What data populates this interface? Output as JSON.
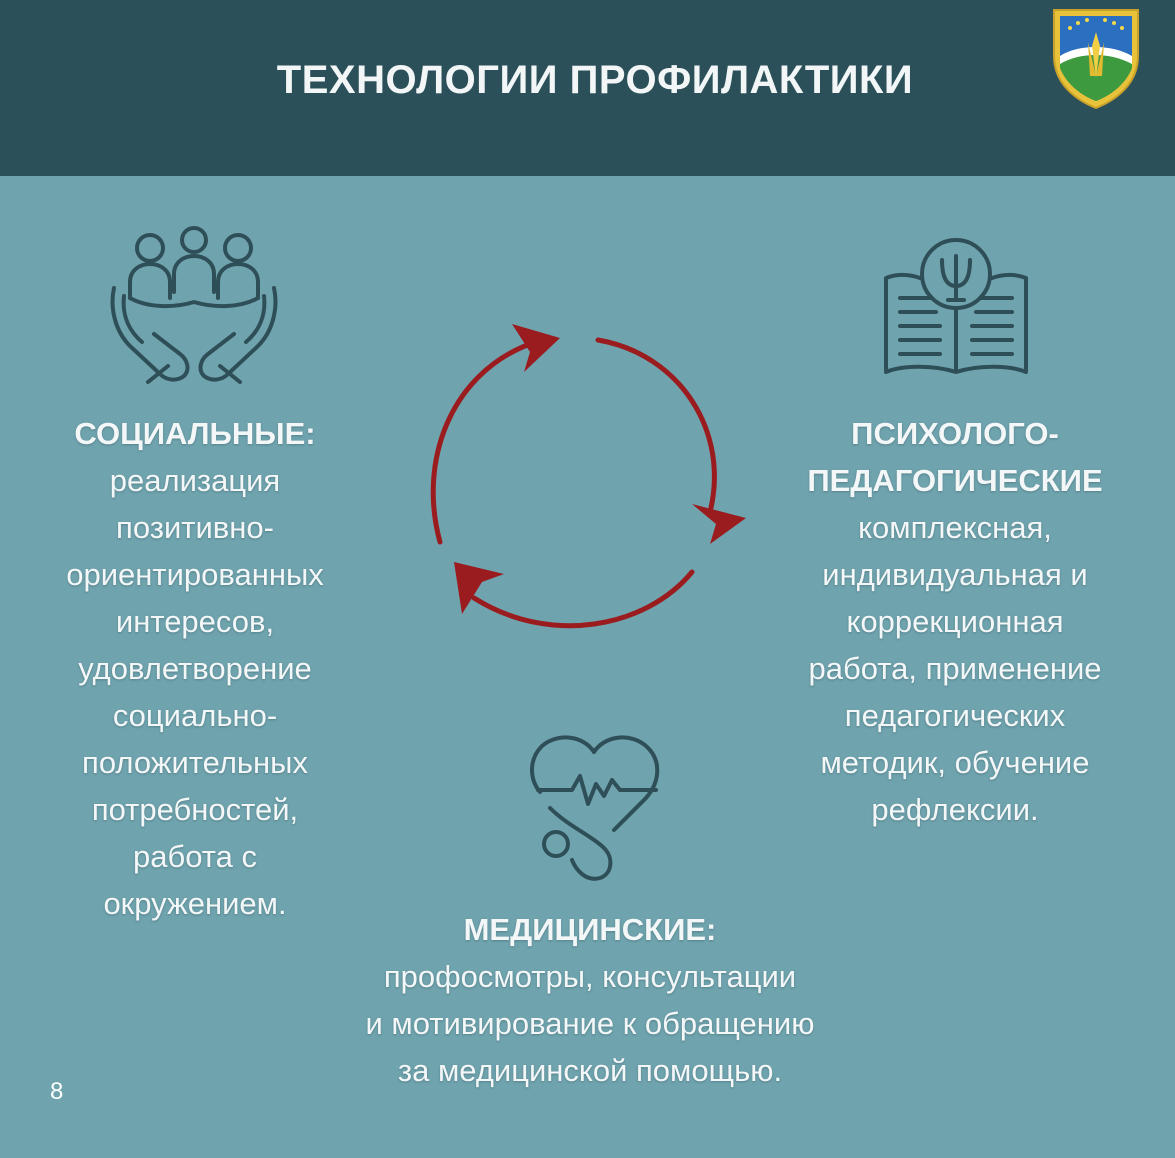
{
  "header": {
    "title": "ТЕХНОЛОГИИ ПРОФИЛАКТИКИ",
    "background": "#2c5059",
    "emblem": "coat-of-arms-emblem"
  },
  "colors": {
    "background": "#6fa3ad",
    "icon_stroke": "#2f4f58",
    "cycle_arrows": "#9b1c1f",
    "text": "#f4f7f8"
  },
  "cycle": {
    "icon": "cycle-arrows-icon",
    "arrow_count": 3
  },
  "sections": {
    "social": {
      "icon": "people-in-hands-icon",
      "heading": "СОЦИАЛЬНЫЕ:",
      "text": "реализация\nпозитивно-\nориентированных\nинтересов,\nудовлетворение\nсоциально-\nположительных\nпотребностей,\nработа с\nокружением."
    },
    "psycho": {
      "icon": "open-book-psi-icon",
      "heading": "ПСИХОЛОГО-\nПЕДАГОГИЧЕСКИЕ",
      "text": "комплексная,\nиндивидуальная и\nкоррекционная\nработа, применение\nпедагогических\nметодик, обучение\nрефлексии."
    },
    "medical": {
      "icon": "heart-stethoscope-icon",
      "heading": "МЕДИЦИНСКИЕ:",
      "text": "профосмотры, консультации\nи мотивирование к обращению\nза медицинской помощью."
    }
  },
  "footer": {
    "page_number": "8"
  }
}
